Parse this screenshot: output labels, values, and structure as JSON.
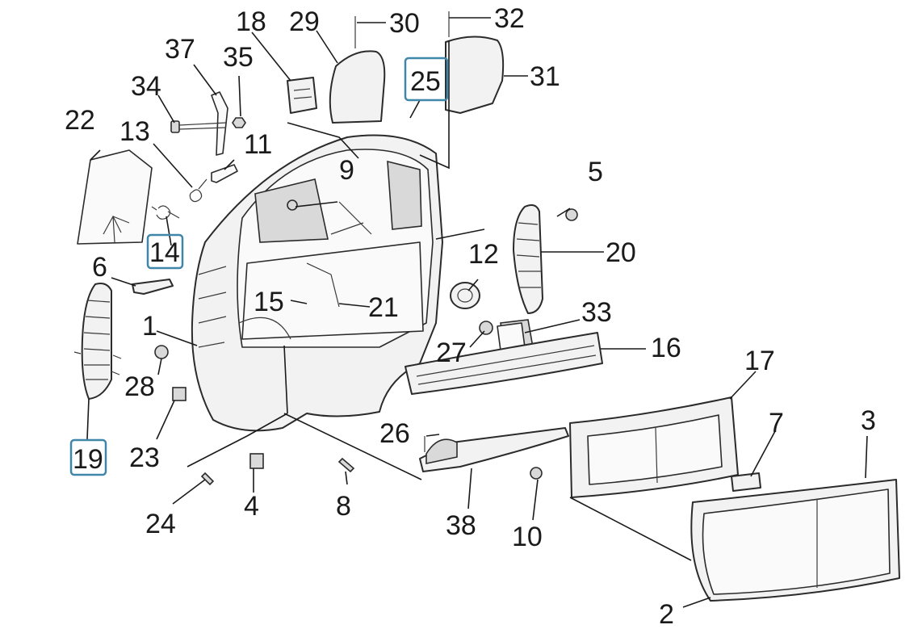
{
  "diagram": {
    "labels": {
      "p1": "1",
      "p2": "2",
      "p3": "3",
      "p4": "4",
      "p5": "5",
      "p6": "6",
      "p7": "7",
      "p8": "8",
      "p9": "9",
      "p10": "10",
      "p11": "11",
      "p12": "12",
      "p13": "13",
      "p14": "14",
      "p15": "15",
      "p16": "16",
      "p17": "17",
      "p18": "18",
      "p19": "19",
      "p20": "20",
      "p21": "21",
      "p22": "22",
      "p23": "23",
      "p24": "24",
      "p25": "25",
      "p26": "26",
      "p27": "27",
      "p28": "28",
      "p29": "29",
      "p30": "30",
      "p31": "31",
      "p32": "32",
      "p33": "33",
      "p34": "34",
      "p35": "35",
      "p37": "37",
      "p38": "38"
    },
    "highlighted": [
      "14",
      "19",
      "25"
    ],
    "highlight_color": "#3f86a8"
  }
}
